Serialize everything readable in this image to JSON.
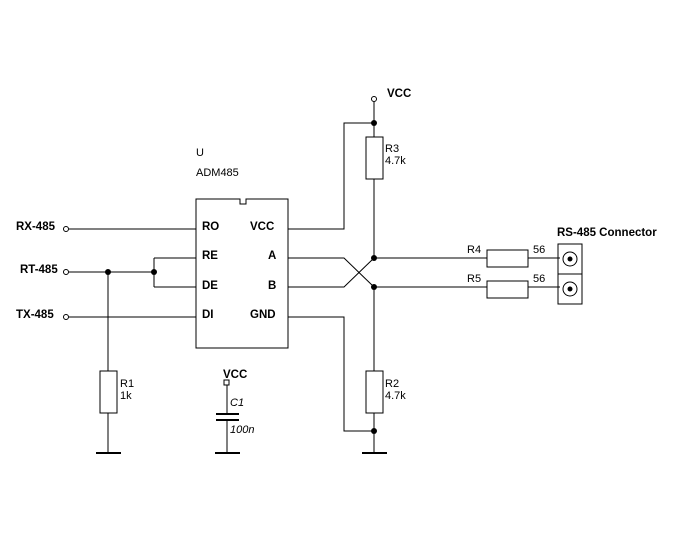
{
  "chip": {
    "designator": "U",
    "part": "ADM485",
    "pins_left": [
      "RO",
      "RE",
      "DE",
      "DI"
    ],
    "pins_right": [
      "VCC",
      "A",
      "B",
      "GND"
    ]
  },
  "ports": {
    "rx": "RX-485",
    "rt": "RT-485",
    "tx": "TX-485"
  },
  "power": {
    "vcc_top": "VCC",
    "vcc_cap": "VCC"
  },
  "resistors": {
    "r1": {
      "ref": "R1",
      "value": "1k"
    },
    "r2": {
      "ref": "R2",
      "value": "4.7k"
    },
    "r3": {
      "ref": "R3",
      "value": "4.7k"
    },
    "r4": {
      "ref": "R4",
      "value": "56"
    },
    "r5": {
      "ref": "R5",
      "value": "56"
    }
  },
  "capacitor": {
    "ref": "C1",
    "value": "100n"
  },
  "connector": {
    "label": "RS-485 Connector"
  }
}
